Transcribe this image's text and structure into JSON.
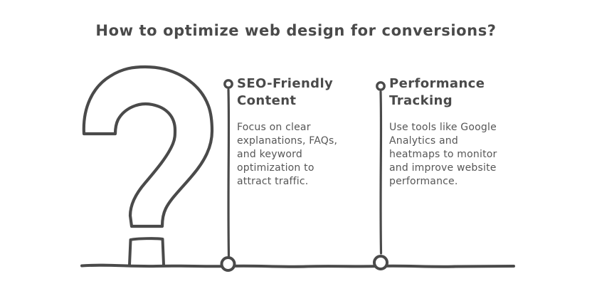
{
  "title": "How to optimize web design for conversions?",
  "colors": {
    "ink": "#4a4a4a",
    "body_text": "#565656",
    "background": "#ffffff"
  },
  "icons": {
    "question_mark": "question-mark-outline",
    "timeline_nodes": "hollow-circle-node",
    "baseline": "hand-drawn-horizontal-line"
  },
  "items": [
    {
      "heading": "SEO-Friendly\nContent",
      "description": "Focus on clear\nexplanations, FAQs,\nand keyword\noptimization to\nattract traffic."
    },
    {
      "heading": "Performance\nTracking",
      "description": "Use tools like Google\nAnalytics and\nheatmaps to monitor\nand improve website\nperformance."
    }
  ]
}
